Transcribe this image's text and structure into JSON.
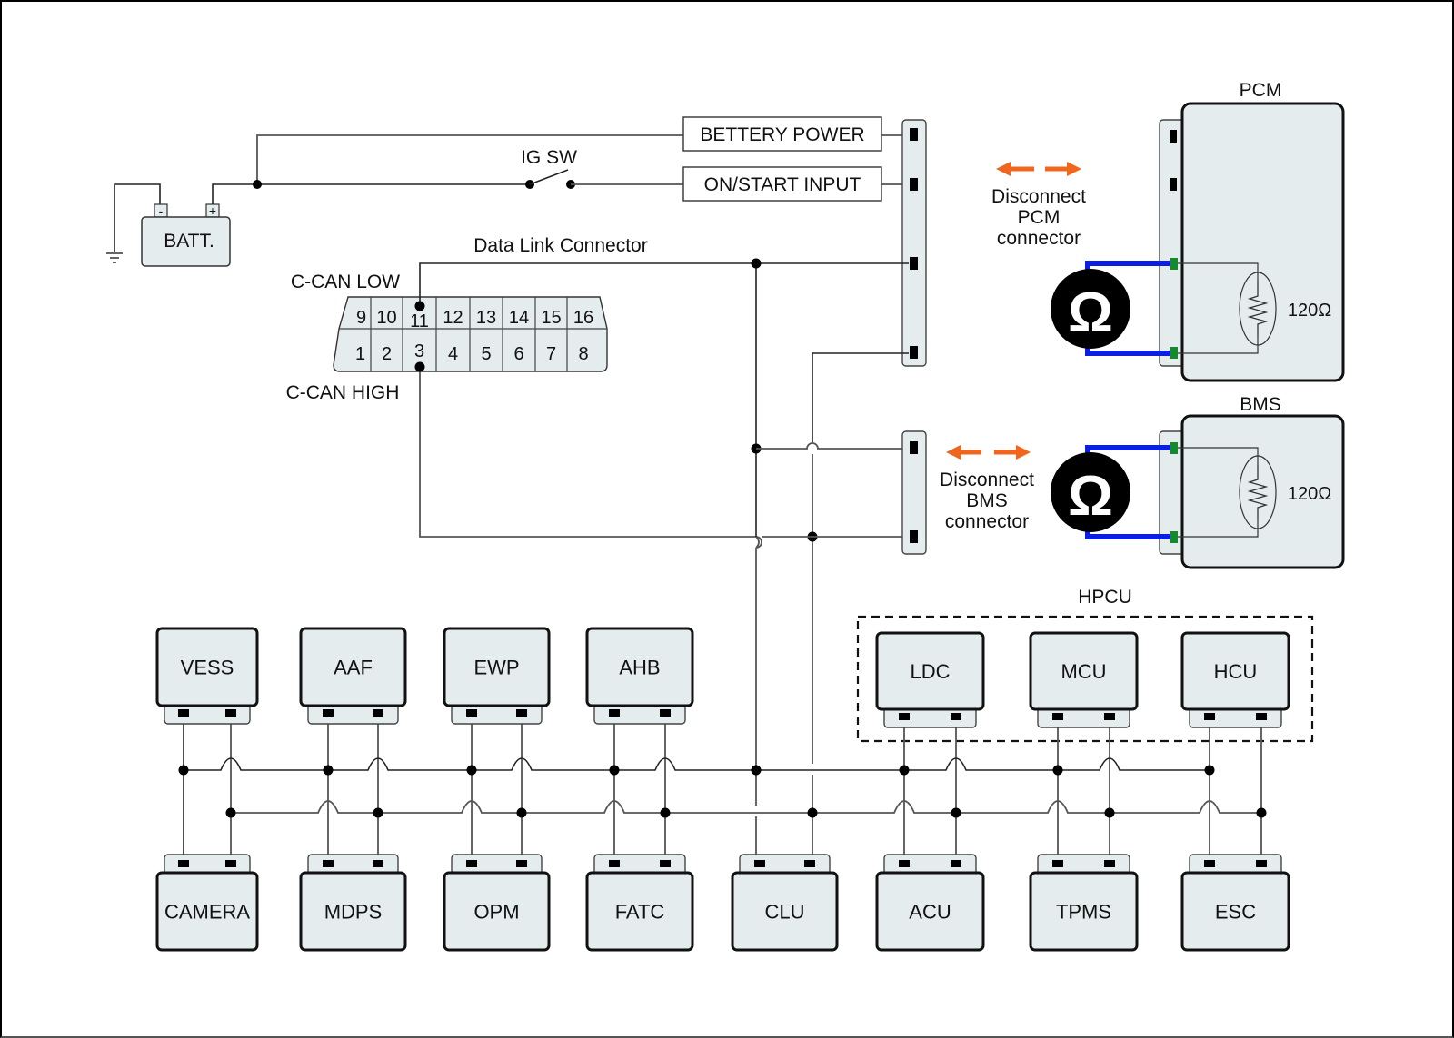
{
  "diagram": {
    "battery": {
      "label": "BATT.",
      "neg": "-",
      "pos": "+"
    },
    "ig_switch": {
      "label": "IG SW"
    },
    "power_inputs": [
      {
        "label": "BETTERY POWER"
      },
      {
        "label": "ON/START INPUT"
      }
    ],
    "dlc": {
      "title": "Data Link Connector",
      "can_low_label": "C-CAN LOW",
      "can_high_label": "C-CAN HIGH",
      "top_pins": [
        "9",
        "10",
        "11",
        "12",
        "13",
        "14",
        "15",
        "16"
      ],
      "bottom_pins": [
        "1",
        "2",
        "3",
        "4",
        "5",
        "6",
        "7",
        "8"
      ]
    },
    "pcm": {
      "title": "PCM",
      "disconnect_text": [
        "Disconnect",
        "PCM",
        "connector"
      ],
      "resistor": "120Ω",
      "meter_symbol": "Ω"
    },
    "bms": {
      "title": "BMS",
      "disconnect_text": [
        "Disconnect",
        "BMS",
        "connector"
      ],
      "resistor": "120Ω",
      "meter_symbol": "Ω"
    },
    "hpcu": {
      "title": "HPCU"
    },
    "top_modules": [
      "VESS",
      "AAF",
      "EWP",
      "AHB",
      "LDC",
      "MCU",
      "HCU"
    ],
    "bottom_modules": [
      "CAMERA",
      "MDPS",
      "OPM",
      "FATC",
      "CLU",
      "ACU",
      "TPMS",
      "ESC"
    ],
    "colors": {
      "probe_wire": "#0a1fe0",
      "disconnect_arrow": "#f0661e",
      "module_fill": "#e4ecee",
      "test_pin": "#138a2b"
    }
  }
}
